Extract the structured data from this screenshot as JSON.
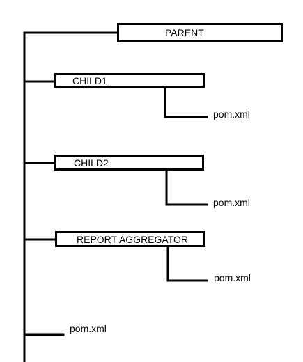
{
  "tree": {
    "parent": {
      "label": "PARENT"
    },
    "modules": [
      {
        "label": "CHILD1",
        "file": "pom.xml"
      },
      {
        "label": "CHILD2",
        "file": "pom.xml"
      },
      {
        "label": "REPORT AGGREGATOR",
        "file": "pom.xml"
      }
    ],
    "root_file": "pom.xml"
  },
  "colors": {
    "line": "#000000",
    "background": "#ffffff"
  }
}
